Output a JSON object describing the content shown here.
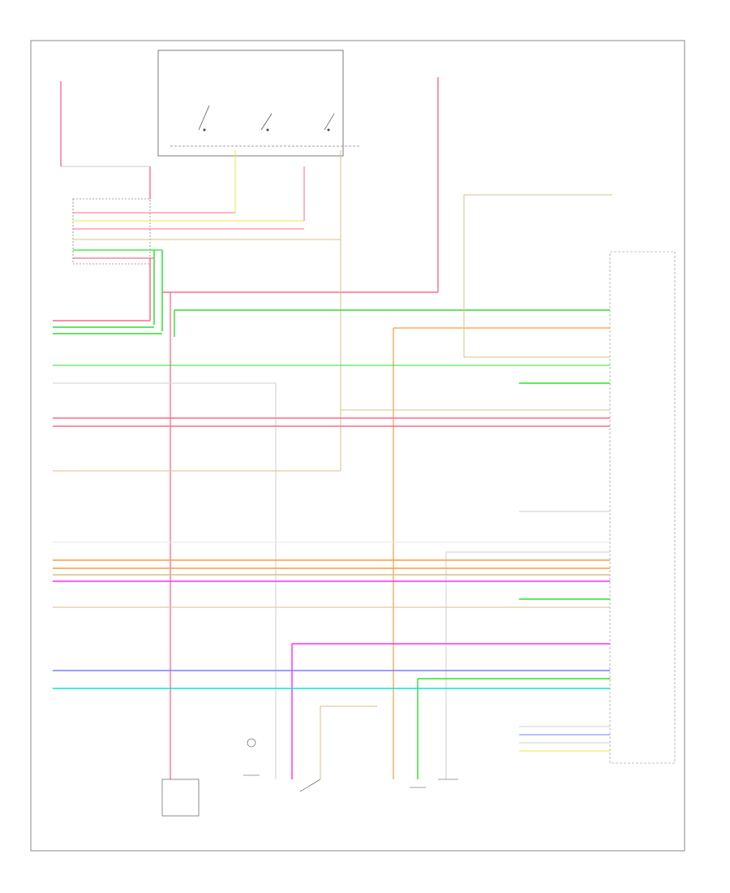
{
  "footer_code": "",
  "blocks": {
    "hot_at_all_times": "",
    "hot_in_run": "",
    "ecm": "",
    "instrument_cluster": "",
    "body_control_module": ""
  },
  "wires": [
    {
      "id": "w01",
      "color": "#e8e83a",
      "label": ""
    },
    {
      "id": "w02",
      "color": "#ff6a8a",
      "label": ""
    },
    {
      "id": "w03",
      "color": "#cfcfcf",
      "label": ""
    },
    {
      "id": "w04",
      "color": "#2be22b",
      "label": ""
    },
    {
      "id": "w05",
      "color": "#ff9a3a",
      "label": ""
    },
    {
      "id": "w06",
      "color": "#ff2bff",
      "label": ""
    },
    {
      "id": "w07",
      "color": "#7b7bff",
      "label": ""
    },
    {
      "id": "w08",
      "color": "#00e5e5",
      "label": ""
    },
    {
      "id": "w09",
      "color": "#d4c08a",
      "label": ""
    }
  ]
}
